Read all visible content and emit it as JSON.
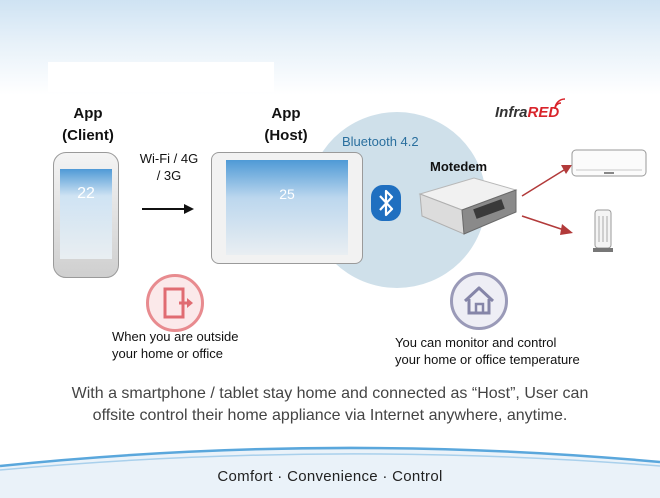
{
  "labels": {
    "app_client_line1": "App",
    "app_client_line2": "(Client)",
    "app_host_line1": "App",
    "app_host_line2": "(Host)",
    "wifi_line1": "Wi-Fi / 4G",
    "wifi_line2": "/ 3G",
    "bluetooth": "Bluetooth 4.2",
    "infrared_prefix": "Infra",
    "infrared_suffix": "RED",
    "motedem": "Motedem",
    "phone_temp": "22",
    "tablet_temp": "25",
    "outside_line1": "When you are outside",
    "outside_line2": "your home or office",
    "monitor_line1": "You can monitor and control",
    "monitor_line2": "your home or office  temperature"
  },
  "caption": {
    "line1": "With a smartphone  / tablet stay home and connected as “Host”, User can",
    "line2": "offsite control their home appliance via Internet anywhere, anytime."
  },
  "tagline": "Comfort · Convenience · Control",
  "icons": {
    "bluetooth": "bluetooth-icon",
    "exit": "exit-door-icon",
    "home": "home-icon",
    "wifi_signal": "signal-waves-icon"
  },
  "colors": {
    "bluetooth_circle": "#cfe0ea",
    "bluetooth_badge": "#1f6fc0",
    "exit_icon": "#e06c72",
    "home_icon": "#8585a8",
    "arrow_red": "#b23a3a",
    "infrared_red": "#d9242b"
  }
}
